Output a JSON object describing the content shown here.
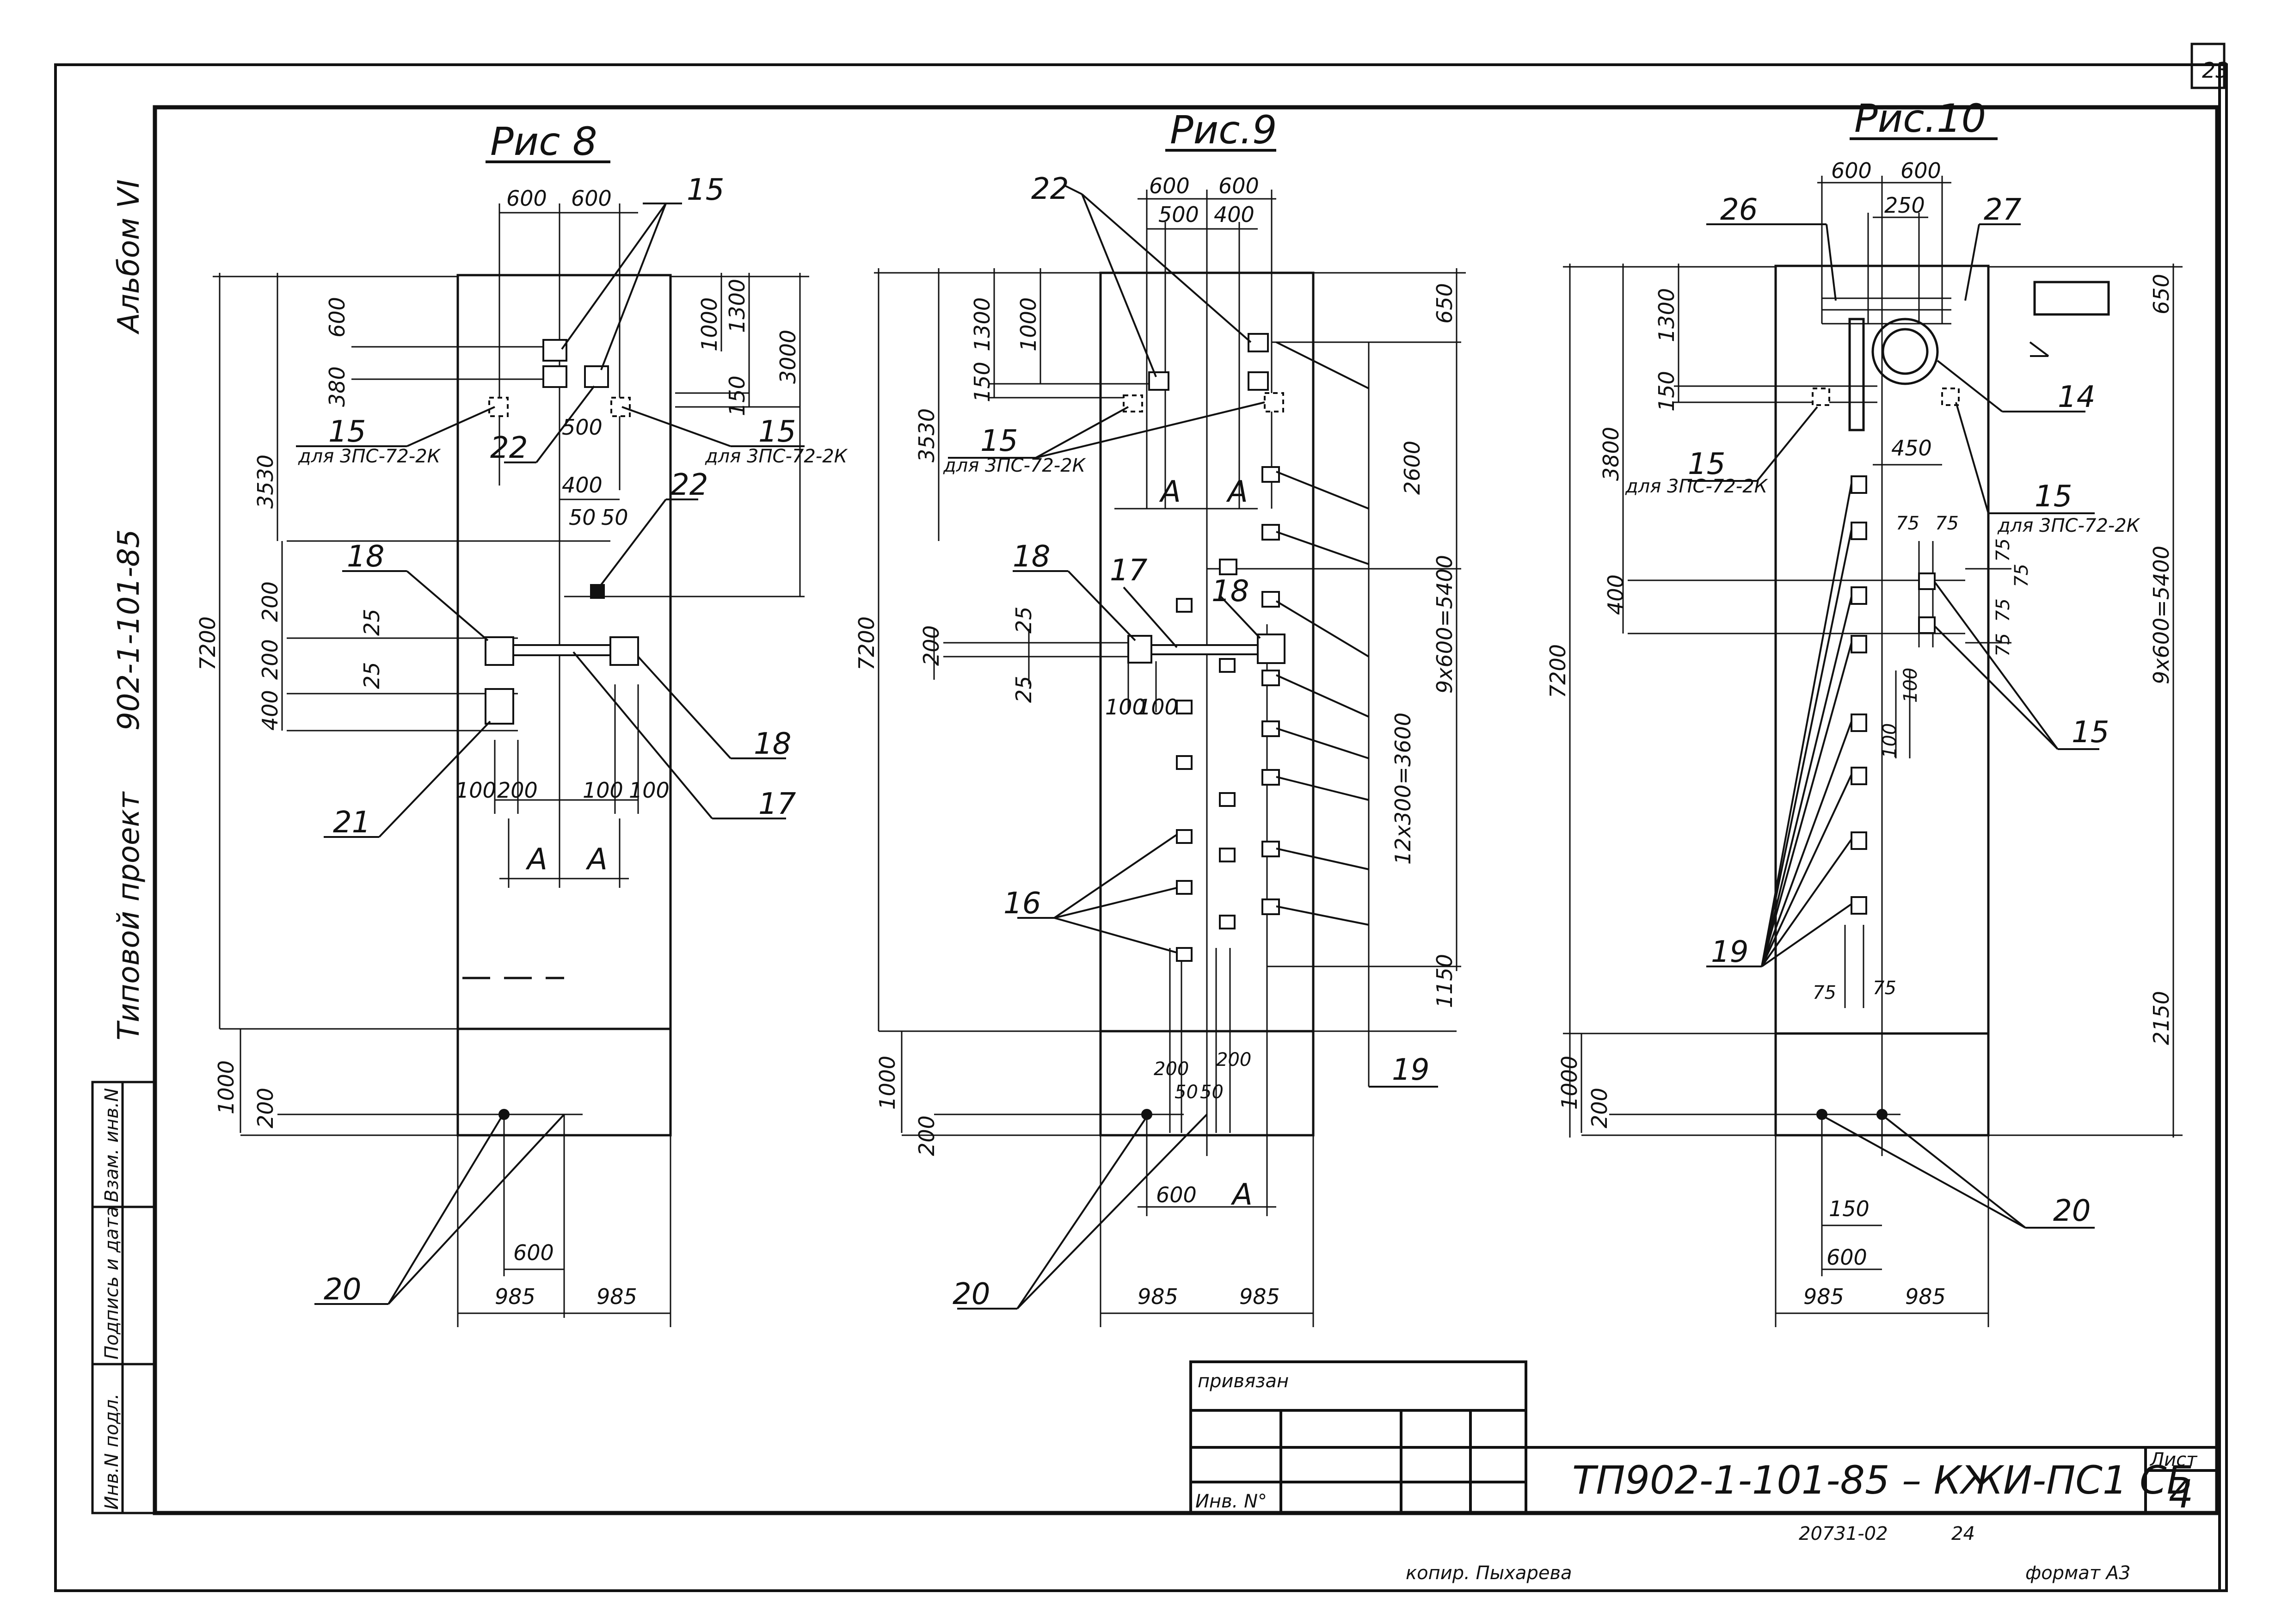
{
  "sheet": {
    "sheet_number": "23",
    "album": "Альбом VI",
    "project": "Типовой проект",
    "project_code": "902-1-101-85",
    "side_stamp": [
      "Инв.N подл.",
      "Подпись и дата",
      "Взам. инв.N"
    ],
    "copier": "копир. Пыхарева",
    "format": "формат А3",
    "order_no": "20731-02",
    "order_page": "24"
  },
  "title_block": {
    "privyazan": "привязан",
    "inv_no": "Инв. N°",
    "designation": "ТП902-1-101-85 – КЖИ-ПС1 СБ",
    "sheet_label": "Лист",
    "sheet_value": "4"
  },
  "fig8": {
    "title": "Рис 8",
    "dims": {
      "top600a": "600",
      "top600b": "600",
      "d600": "600",
      "d380": "380",
      "d3530": "3530",
      "d7200": "7200",
      "d1000a": "1000",
      "d1300": "1300",
      "d3000": "3000",
      "d150": "150",
      "d500": "500",
      "d400a": "400",
      "d50a": "50",
      "d50b": "50",
      "d200a": "200",
      "d200b": "200",
      "d400b": "400",
      "d25a": "25",
      "d25b": "25",
      "d100a": "100",
      "d200c": "200",
      "d100b": "100",
      "d100c": "100",
      "dA1": "А",
      "dA2": "А",
      "d1000b": "1000",
      "d200d": "200",
      "d600b": "600",
      "d985a": "985",
      "d985b": "985"
    },
    "labels": {
      "l15a": "15",
      "l15b": "15",
      "l15c": "15",
      "note1": "для 3ПС-72-2К",
      "note2": "для 3ПС-72-2К",
      "l22a": "22",
      "l22b": "22",
      "l18a": "18",
      "l18b": "18",
      "l17": "17",
      "l21": "21",
      "l20": "20"
    }
  },
  "fig9": {
    "title": "Рис.9",
    "dims": {
      "top600a": "600",
      "top600b": "600",
      "d500": "500",
      "d400": "400",
      "d1300": "1300",
      "d1000": "1000",
      "d150": "150",
      "d3530": "3530",
      "d7200": "7200",
      "d200a": "200",
      "d25a": "25",
      "d25b": "25",
      "d100a": "100",
      "d100b": "100",
      "dA1": "А",
      "dA2": "А",
      "dA3": "А",
      "d650": "650",
      "d2600": "2600",
      "d9x600": "9х600=5400",
      "d12x300": "12х300=3600",
      "d1150": "1150",
      "d1000b": "1000",
      "d200b": "200",
      "d200c": "200",
      "d200d": "200",
      "d50a": "50",
      "d50b": "50",
      "d600": "600",
      "d985a": "985",
      "d985b": "985"
    },
    "labels": {
      "l22": "22",
      "l15": "15",
      "note": "для 3ПС-72-2К",
      "l18a": "18",
      "l18b": "18",
      "l17": "17",
      "l16": "16",
      "l19": "19",
      "l20": "20"
    }
  },
  "fig10": {
    "title": "Рис.10",
    "dims": {
      "top600a": "600",
      "top600b": "600",
      "d250": "250",
      "d1300": "1300",
      "d150": "150",
      "d3800": "3800",
      "d7200": "7200",
      "d450": "450",
      "d75a": "75",
      "d75b": "75",
      "d400": "400",
      "d75c": "75",
      "d75d": "75",
      "d75e": "75",
      "d75f": "75",
      "d100a": "100",
      "d100b": "100",
      "d75g": "75",
      "d75h": "75",
      "d650": "650",
      "d9x600": "9х600=5400",
      "d2150": "2150",
      "d1000": "1000",
      "d200": "200",
      "d150b": "150",
      "d600": "600",
      "d985a": "985",
      "d985b": "985"
    },
    "labels": {
      "l26": "26",
      "l27": "27",
      "l14": "14",
      "l15a": "15",
      "l15b": "15",
      "l15c": "15",
      "note1": "для 3ПС-72-2К",
      "note2": "для 3ПС-72-2К",
      "l19": "19",
      "l20": "20"
    }
  }
}
